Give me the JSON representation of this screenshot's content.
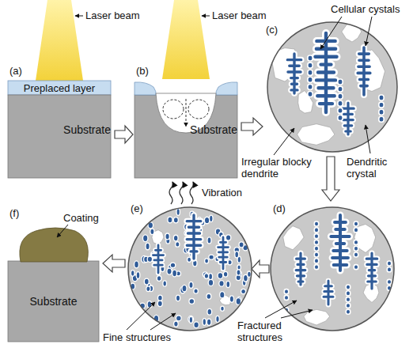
{
  "diagram": {
    "nodes": [
      {
        "text": [
          "Preplaced layer"
        ]
      },
      {
        "text": [
          "Substrate"
        ]
      },
      {
        "text": [
          "Substrate"
        ]
      },
      {
        "text": [
          "Substrate"
        ]
      }
    ],
    "labels": [
      "(a)",
      "Laser beam",
      "(b)",
      "Laser beam",
      "Cellular cystals",
      "(c)",
      "Irregular blocky dendrite",
      "Dendritic crystal",
      "Vibration",
      "(d)",
      "(e)",
      "(f)",
      "Coating",
      "Fine structures",
      "Fractured structures"
    ]
  }
}
